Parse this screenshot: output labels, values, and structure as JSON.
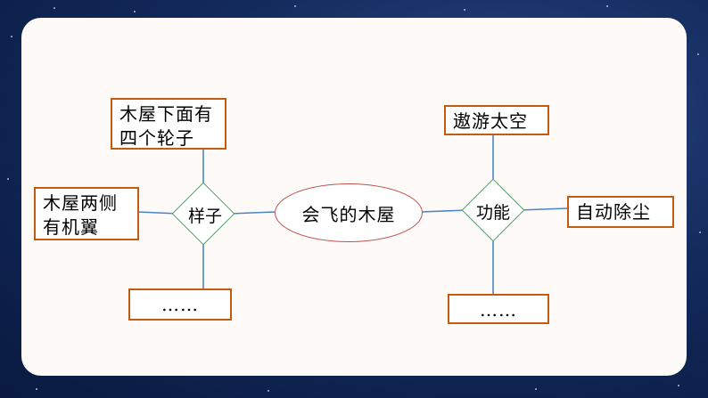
{
  "center": {
    "label": "会飞的木屋"
  },
  "left_node": {
    "label": "样子"
  },
  "right_node": {
    "label": "功能"
  },
  "left_branches": {
    "top": "木屋下面有\n四个轮子",
    "side": "木屋两侧\n有机翼",
    "bottom": "……"
  },
  "right_branches": {
    "top": "遨游太空",
    "side": "自动除尘",
    "bottom": "……"
  },
  "colors": {
    "box_border": "#c55a11",
    "line": "#4a86c6",
    "diamond_border": "#4ca466",
    "ellipse_border": "#c0504d",
    "background": "#132a5c"
  }
}
